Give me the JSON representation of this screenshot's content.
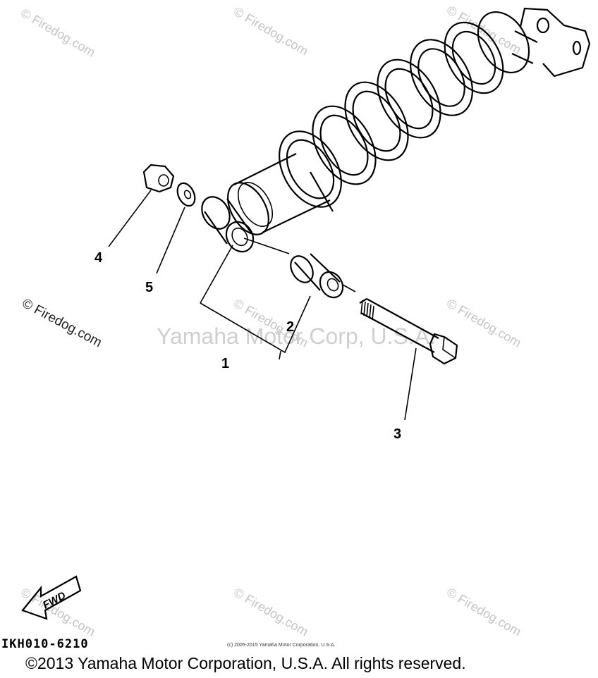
{
  "watermarks": {
    "site": "© Firedog.com",
    "center": "Yamaha Motor Corp, U.S.A."
  },
  "callouts": [
    "4",
    "5",
    "2",
    "1",
    "3"
  ],
  "fwd_label": "FWD",
  "part_code": "IKH010-6210",
  "small_copyright": "(c) 2005-2015 Yamaha Motor Corporation, U.S.A.",
  "copyright": "©2013 Yamaha Motor Corporation, U.S.A. All rights reserved."
}
